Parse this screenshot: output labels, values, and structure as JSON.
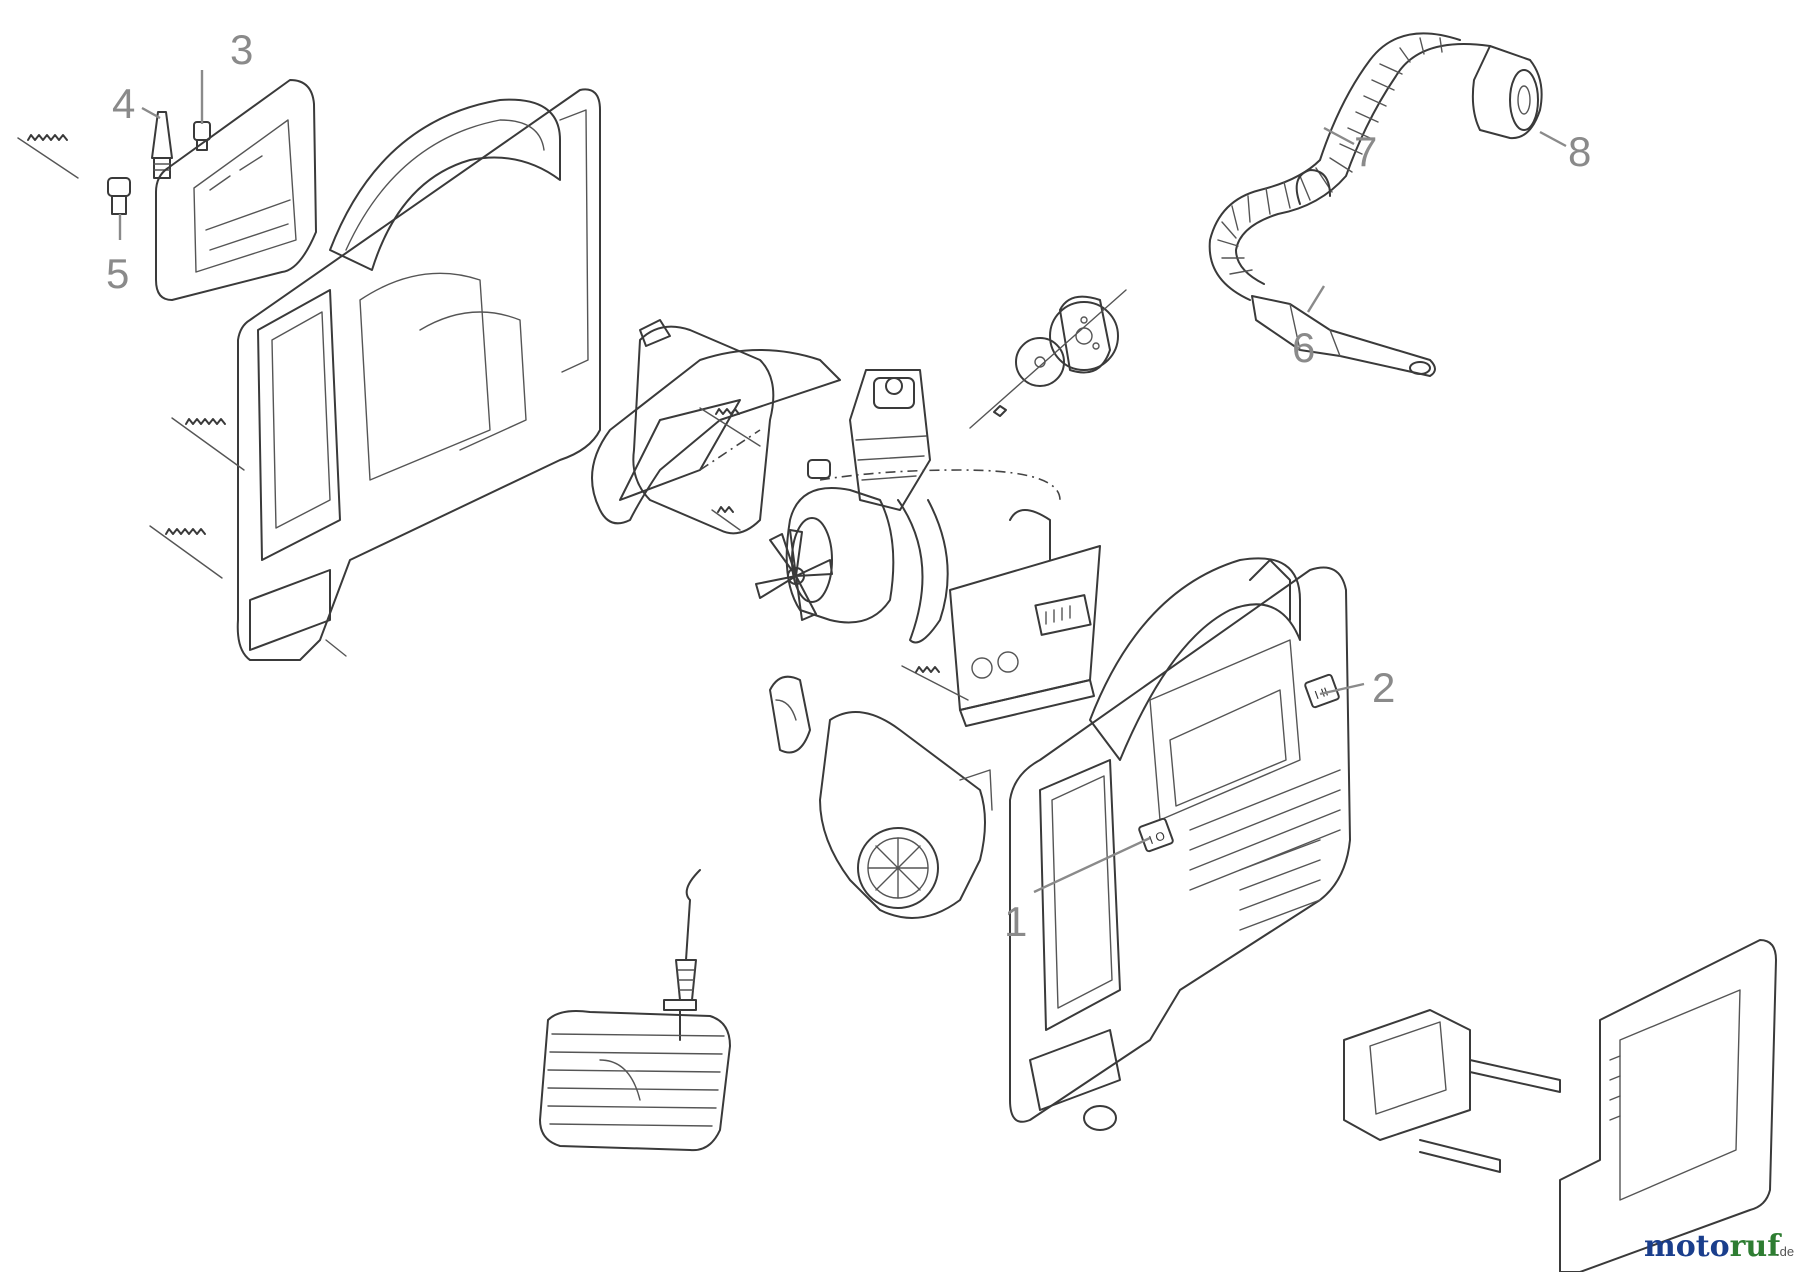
{
  "diagram": {
    "callouts": [
      {
        "id": "callout-1",
        "text": "1"
      },
      {
        "id": "callout-2",
        "text": "2"
      },
      {
        "id": "callout-3",
        "text": "3"
      },
      {
        "id": "callout-4",
        "text": "4"
      },
      {
        "id": "callout-5",
        "text": "5"
      },
      {
        "id": "callout-6",
        "text": "6"
      },
      {
        "id": "callout-7",
        "text": "7"
      },
      {
        "id": "callout-8",
        "text": "8"
      }
    ]
  },
  "watermark": {
    "part_moto": "moto",
    "part_ruf": "ruf",
    "suffix": ".de",
    "colors": {
      "moto": "#1a3e8c",
      "ruf": "#2e7d32"
    }
  }
}
